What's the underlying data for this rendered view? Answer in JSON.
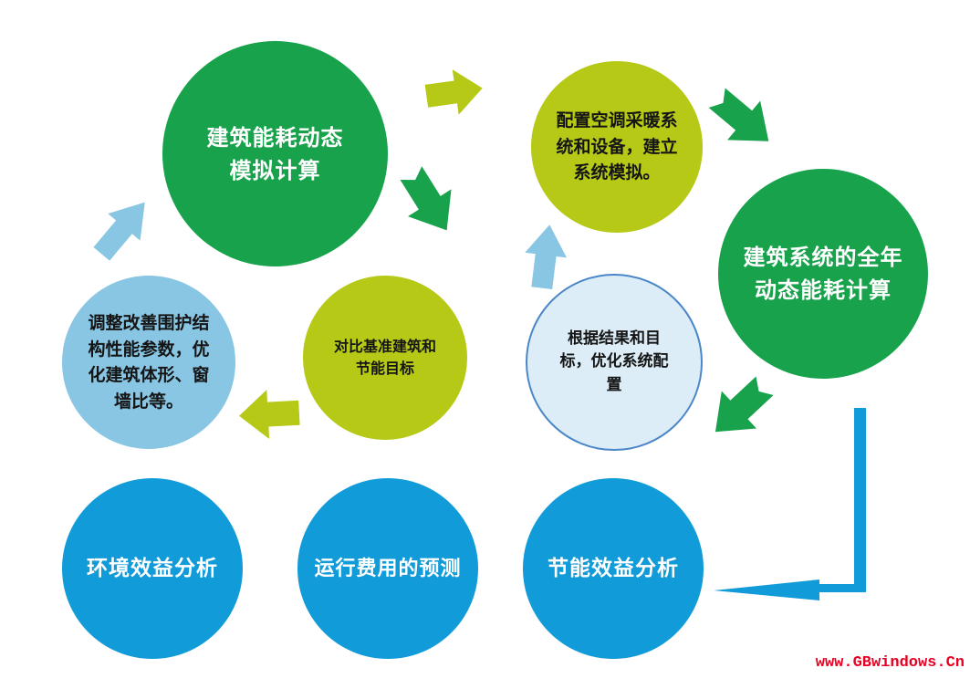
{
  "palette": {
    "green": "#18a24c",
    "lime": "#b5c916",
    "sky_blue": "#88c6e4",
    "pale_blue_fill": "#dcedf7",
    "pale_blue_border": "#4a86c8",
    "blue": "#119bd8",
    "watermark_red": "#e60023"
  },
  "nodes": [
    {
      "id": "dynamic-simulation",
      "lines": [
        "建筑能耗动态",
        "模拟计算"
      ]
    },
    {
      "id": "hvac-config",
      "lines": [
        "配置空调采暖系",
        "统和设备，建立",
        "系统模拟。"
      ]
    },
    {
      "id": "annual-energy",
      "lines": [
        "建筑系统的全年",
        "动态能耗计算"
      ]
    },
    {
      "id": "envelope-adjust",
      "lines": [
        "调整改善围护结",
        "构性能参数，优",
        "化建筑体形、窗",
        "墙比等。"
      ]
    },
    {
      "id": "baseline-compare",
      "lines": [
        "对比基准建筑和",
        "节能目标"
      ]
    },
    {
      "id": "optimize-system",
      "lines": [
        "根据结果和目",
        "标，优化系统配",
        "置"
      ]
    },
    {
      "id": "env-benefit",
      "lines": [
        "环境效益分析"
      ]
    },
    {
      "id": "cost-forecast",
      "lines": [
        "运行费用的预测"
      ]
    },
    {
      "id": "energy-benefit",
      "lines": [
        "节能效益分析"
      ]
    }
  ],
  "arrows": [
    {
      "id": "arrow-sim-to-config",
      "direction": "right",
      "color": "#b5c916"
    },
    {
      "id": "arrow-sim-to-compare",
      "direction": "down-right",
      "color": "#18a24c"
    },
    {
      "id": "arrow-config-to-annual",
      "direction": "down-right",
      "color": "#18a24c"
    },
    {
      "id": "arrow-optimize-to-config",
      "direction": "up",
      "color": "#88c6e4"
    },
    {
      "id": "arrow-adjust-to-sim",
      "direction": "up-right",
      "color": "#88c6e4"
    },
    {
      "id": "arrow-compare-to-adjust",
      "direction": "left",
      "color": "#b5c916"
    },
    {
      "id": "arrow-annual-to-optimize",
      "direction": "down-left",
      "color": "#18a24c"
    },
    {
      "id": "connector-annual-to-benefit",
      "direction": "down-then-left",
      "color": "#119bd8"
    }
  ],
  "watermark": {
    "text": "www.GBwindows.Cn",
    "color": "#e60023"
  }
}
